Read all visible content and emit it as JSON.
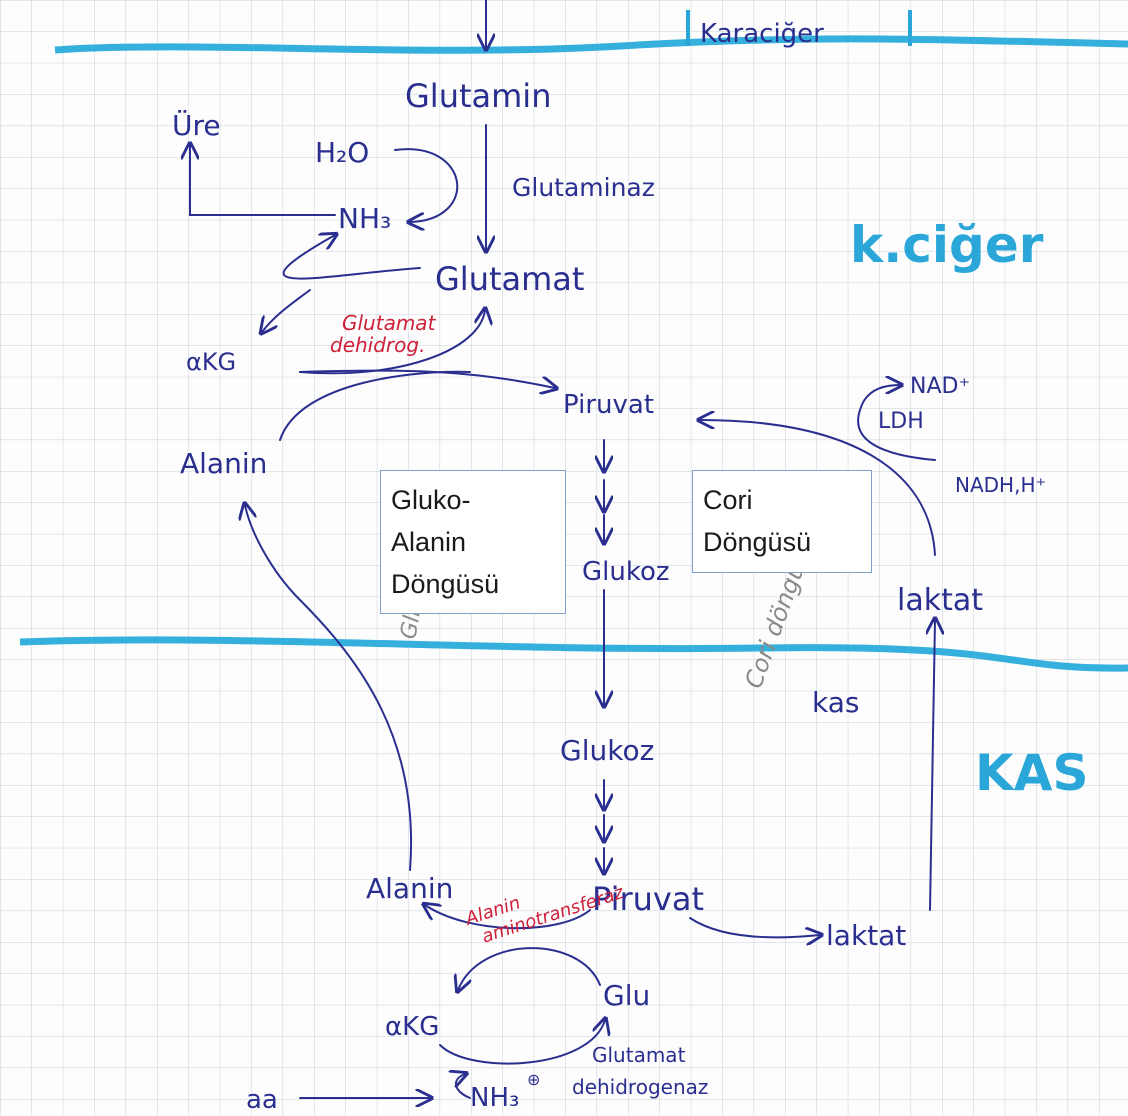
{
  "labels": {
    "karaciger_header": "Karaciğer",
    "glutamin": "Glutamin",
    "ure": "Üre",
    "h2o": "H₂O",
    "nh3_top": "NH₃",
    "glutaminaz": "Glutaminaz",
    "glutamat": "Glutamat",
    "glutamat_dehidrog": "Glutamat\ndehidrog.",
    "akg_top": "αKG",
    "piruvat_top": "Piruvat",
    "alanin_top": "Alanin",
    "nadh": "NAD⁺",
    "ldh": "LDH",
    "nadhh": "NADH,H⁺",
    "glukoz_top": "Glukoz",
    "laktat_top": "laktat",
    "kciger": "k.ciğer",
    "cori_pencil": "Cori döngüsü",
    "glk_pencil": "Glk. al",
    "kas_small": "kas",
    "kas_big": "KAS",
    "glukoz_bottom": "Glukoz",
    "alanin_bottom": "Alanin",
    "piruvat_bottom": "Piruvat",
    "alanin_aminotrans": "Alanin\naminotransferaz",
    "laktat_bottom": "laktat",
    "glu": "Glu",
    "akg_bottom": "αKG",
    "glutamat_dehidrogenaz": "Glutamat\ndehidrogenaz",
    "aa": "aa",
    "nh3_bottom": "NH₃"
  },
  "boxes": {
    "gluko_alanin": "Gluko-\nAlanin\nDöngüsü",
    "cori": "Cori\nDöngüsü"
  },
  "colors": {
    "ink": "#2a2f8f",
    "red_ink": "#d0203a",
    "cyan_marker": "#2aa6d8",
    "grid": "#c9cfd6"
  }
}
